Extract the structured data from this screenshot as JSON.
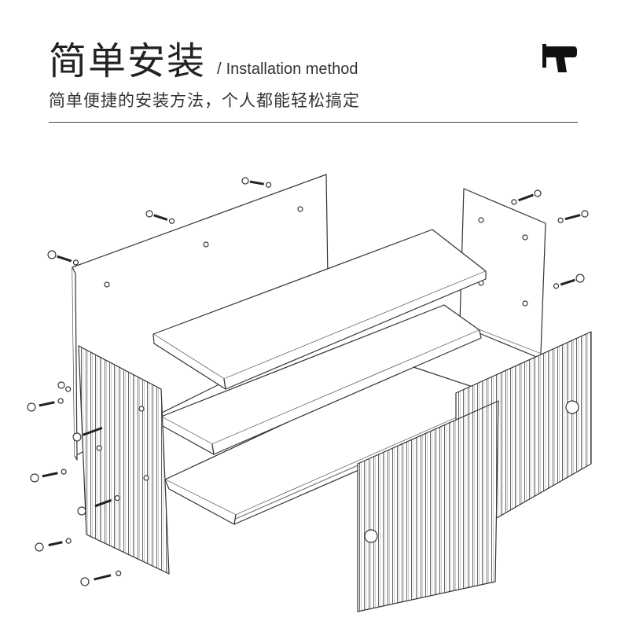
{
  "header": {
    "title_cn": "简单安装",
    "separator": "/",
    "title_en": "Installation method",
    "subtitle": "简单便捷的安装方法，个人都能轻松搞定"
  },
  "icons": {
    "tool": "drill-icon"
  },
  "colors": {
    "line": "#222222",
    "text": "#222222"
  }
}
